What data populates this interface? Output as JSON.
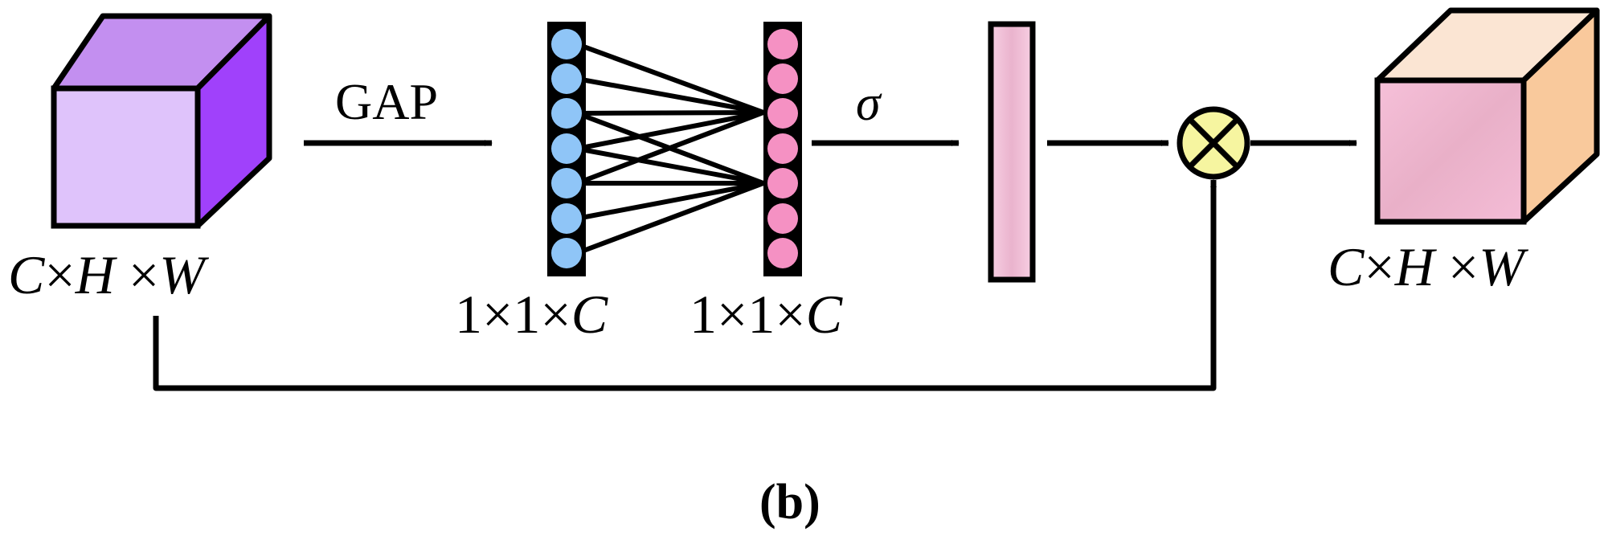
{
  "diagram": {
    "input_label": {
      "c": "C",
      "x1": "×",
      "h": "H",
      "x2": "×",
      "w": "W"
    },
    "gap_label": "GAP",
    "fc1_label": {
      "a": "1",
      "x1": "×",
      "b": "1",
      "x2": "×",
      "c": "C"
    },
    "fc2_label": {
      "a": "1",
      "x1": "×",
      "b": "1",
      "x2": "×",
      "c": "C"
    },
    "sigma_label": "σ",
    "output_label": {
      "c": "C",
      "x1": "×",
      "h": "H",
      "x2": "×",
      "w": "W"
    },
    "caption": "(b)",
    "colors": {
      "input_cube_front": "#dfc3fb",
      "input_cube_top": "#c38ff0",
      "input_cube_side": "#a041fb",
      "node_blue": "#8fc5f7",
      "node_pink": "#f591c3",
      "weight_bar": "#f3c3dc",
      "multiply_fill": "#f6f5a0",
      "output_cube_front": "#f2b8d3",
      "output_cube_top": "#fbe5d3",
      "output_cube_side": "#f9c99c"
    }
  }
}
